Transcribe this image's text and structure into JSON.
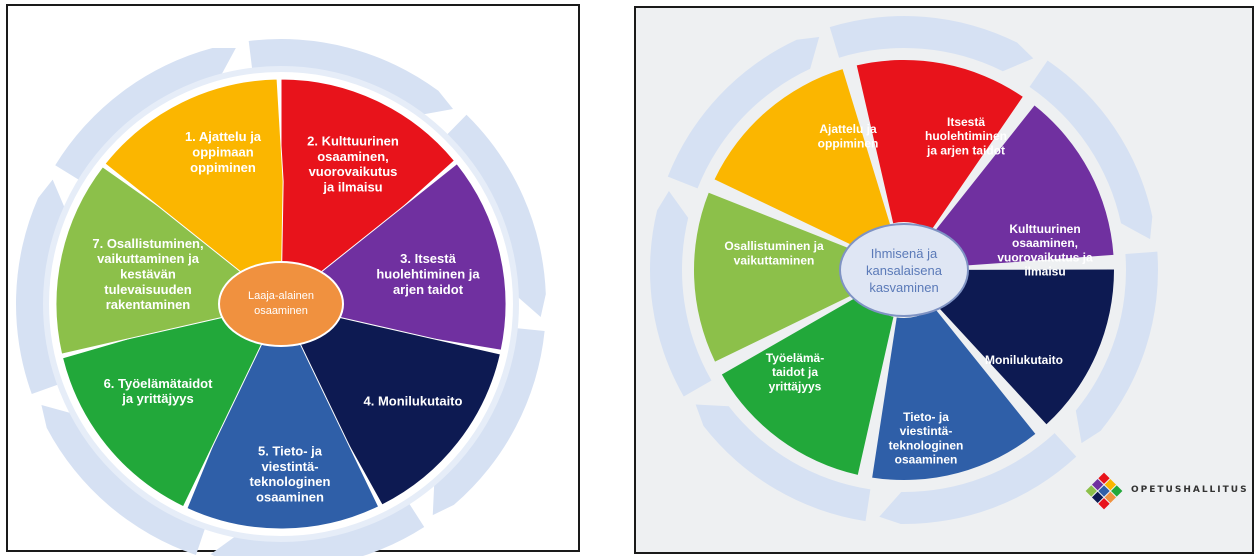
{
  "colors": {
    "red": "#e8131b",
    "purple": "#7030a0",
    "navy": "#0d1a52",
    "blue": "#2f5fa8",
    "green": "#22a83a",
    "lightgreen": "#8cc04a",
    "yellow": "#fbb600",
    "orange": "#f0913f",
    "ring": "#d6e1f3",
    "ellipse": "#dfe6f4"
  },
  "left": {
    "center_label": [
      "Laaja-alainen",
      "osaaminen"
    ],
    "segments": [
      {
        "lines": [
          "1.      Ajattelu ja",
          "oppimaan",
          "oppiminen"
        ]
      },
      {
        "lines": [
          "2. Kulttuurinen",
          "osaaminen,",
          "vuorovaikutus",
          "ja ilmaisu"
        ]
      },
      {
        "lines": [
          "3. Itsestä",
          "huolehtiminen ja",
          "arjen taidot"
        ]
      },
      {
        "lines": [
          "4. Monilukutaito"
        ]
      },
      {
        "lines": [
          "5. Tieto- ja",
          "viestintä-",
          "teknologinen",
          "osaaminen"
        ]
      },
      {
        "lines": [
          "6. Työelämätaidot",
          "ja yrittäjyys"
        ]
      },
      {
        "lines": [
          "7. Osallistuminen,",
          "vaikuttaminen ja",
          "kestävän",
          "tulevaisuuden",
          "rakentaminen"
        ]
      }
    ]
  },
  "right": {
    "center_label": [
      "Ihmisenä ja",
      "kansalaisena",
      "kasvaminen"
    ],
    "segments": [
      {
        "lines": [
          "Ajattelu ja",
          "oppiminen"
        ]
      },
      {
        "lines": [
          "Itsestä",
          "huolehtiminen",
          "ja arjen taidot"
        ]
      },
      {
        "lines": [
          "Kulttuurinen",
          "osaaminen,",
          "vuorovaikutus ja",
          "ilmaisu"
        ]
      },
      {
        "lines": [
          "Monilukutaito"
        ]
      },
      {
        "lines": [
          "Tieto- ja",
          "viestintä-",
          "teknologinen",
          "osaaminen"
        ]
      },
      {
        "lines": [
          "Työelämä-",
          "taidot ja",
          "yrittäjyys"
        ]
      },
      {
        "lines": [
          "Osallistuminen ja",
          "vaikuttaminen"
        ]
      }
    ],
    "logo_text": "OPETUSHALLITUS",
    "logo_icon": "diamond-mosaic-logo"
  }
}
